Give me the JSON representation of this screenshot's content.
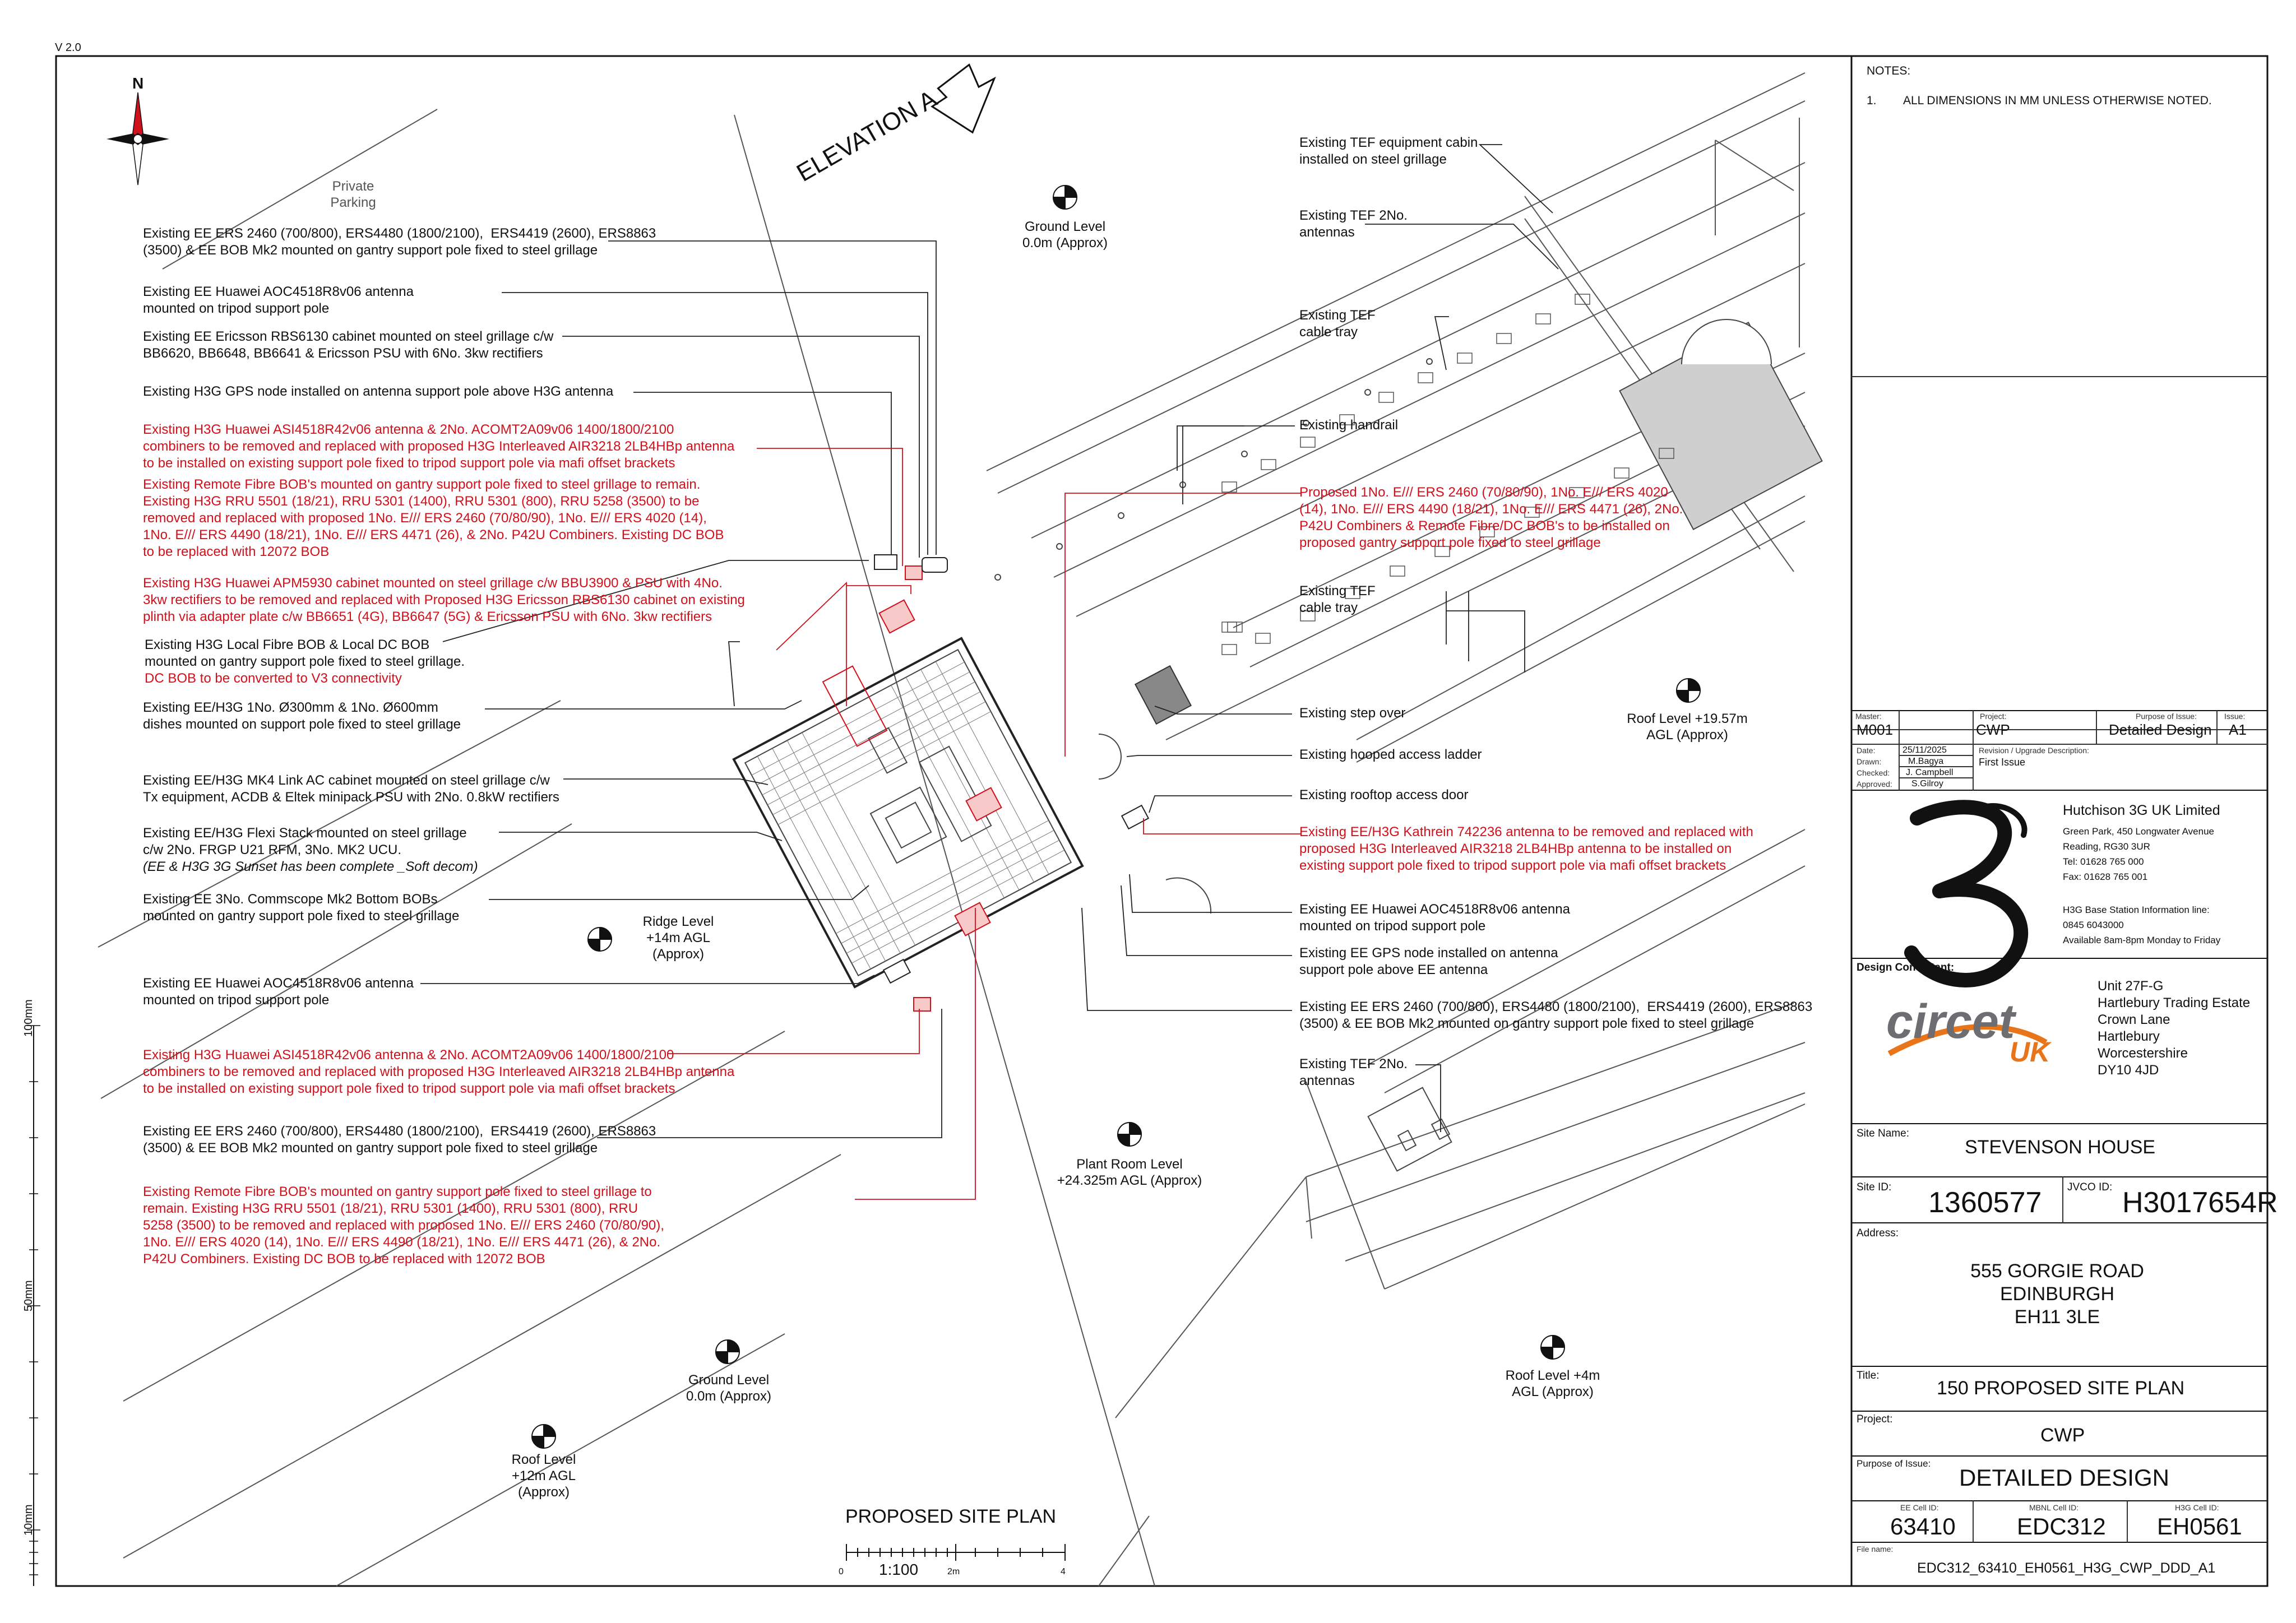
{
  "version": "V 2.0",
  "notes": {
    "heading": "NOTES:",
    "item_num": "1.",
    "item": "ALL DIMENSIONS IN MM UNLESS OTHERWISE NOTED."
  },
  "north": "N",
  "elevation": "ELEVATION A",
  "private_parking": "Private\nParking",
  "levels": {
    "ground_top": "Ground Level\n0.0m (Approx)",
    "roof_1957": "Roof Level +19.57m\nAGL (Approx)",
    "ridge": "Ridge Level\n+14m AGL\n(Approx)",
    "plant": "Plant Room Level\n+24.325m AGL (Approx)",
    "ground_bottom": "Ground Level\n0.0m (Approx)",
    "roof_4": "Roof Level +4m\nAGL (Approx)",
    "roof_12": "Roof Level\n+12m AGL\n(Approx)"
  },
  "left_labels": [
    "Existing EE ERS 2460 (700/800), ERS4480 (1800/2100),  ERS4419 (2600), ERS8863\n(3500) & EE BOB Mk2 mounted on gantry support pole fixed to steel grillage",
    "Existing EE Huawei AOC4518R8v06 antenna\nmounted on tripod support pole",
    "Existing EE Ericsson RBS6130 cabinet mounted on steel grillage c/w\nBB6620, BB6648, BB6641 & Ericsson PSU with 6No. 3kw rectifiers",
    "Existing H3G GPS node installed on antenna support pole above H3G antenna",
    "Existing H3G Huawei ASI4518R42v06 antenna & 2No. ACOMT2A09v06 1400/1800/2100\ncombiners to be removed and replaced with proposed H3G Interleaved AIR3218 2LB4HBp antenna\nto be installed on existing support pole fixed to tripod support pole via mafi offset brackets",
    "Existing Remote Fibre BOB's mounted on gantry support pole fixed to steel grillage to remain.\nExisting H3G RRU 5501 (18/21), RRU 5301 (1400), RRU 5301 (800), RRU 5258 (3500) to be\nremoved and replaced with proposed 1No. E/// ERS 2460 (70/80/90), 1No. E/// ERS 4020 (14),\n1No. E/// ERS 4490 (18/21), 1No. E/// ERS 4471 (26), & 2No. P42U Combiners. Existing DC BOB\nto be replaced with 12072 BOB",
    "Existing H3G Huawei APM5930 cabinet mounted on steel grillage c/w BBU3900 & PSU with 4No.\n3kw rectifiers to be removed and replaced with Proposed H3G Ericsson RBS6130 cabinet on existing\nplinth via adapter plate c/w BB6651 (4G), BB6647 (5G) & Ericsson PSU with 6No. 3kw rectifiers",
    "Existing H3G Local Fibre BOB & Local DC BOB\nmounted on gantry support pole fixed to steel grillage.",
    "DC BOB to be converted to V3 connectivity",
    "Existing EE/H3G 1No. Ø300mm & 1No. Ø600mm\ndishes mounted on support pole fixed to steel grillage",
    "Existing EE/H3G MK4 Link AC cabinet mounted on steel grillage c/w\nTx equipment, ACDB & Eltek minipack PSU with 2No. 0.8kW rectifiers",
    "Existing EE/H3G Flexi Stack mounted on steel grillage\nc/w 2No. FRGP U21 RFM, 3No. MK2 UCU.",
    "(EE & H3G 3G Sunset has been complete _Soft decom)",
    "Existing EE 3No. Commscope Mk2 Bottom BOBs\nmounted on gantry support pole fixed to steel grillage",
    "Existing EE Huawei AOC4518R8v06 antenna\nmounted on tripod support pole",
    "Existing H3G Huawei ASI4518R42v06 antenna & 2No. ACOMT2A09v06 1400/1800/2100\ncombiners to be removed and replaced with proposed H3G Interleaved AIR3218 2LB4HBp antenna\nto be installed on existing support pole fixed to tripod support pole via mafi offset brackets",
    "Existing EE ERS 2460 (700/800), ERS4480 (1800/2100),  ERS4419 (2600), ERS8863\n(3500) & EE BOB Mk2 mounted on gantry support pole fixed to steel grillage",
    "Existing Remote Fibre BOB's mounted on gantry support pole fixed to steel grillage to\nremain. Existing H3G RRU 5501 (18/21), RRU 5301 (1400), RRU 5301 (800), RRU\n5258 (3500) to be removed and replaced with proposed 1No. E/// ERS 2460 (70/80/90),\n1No. E/// ERS 4020 (14), 1No. E/// ERS 4490 (18/21), 1No. E/// ERS 4471 (26), & 2No.\nP42U Combiners. Existing DC BOB to be replaced with 12072 BOB"
  ],
  "right_labels": [
    "Existing TEF equipment cabin\ninstalled on steel grillage",
    "Existing TEF 2No.\nantennas",
    "Existing TEF\ncable tray",
    "Existing handrail",
    "Proposed 1No. E/// ERS 2460 (70/80/90), 1No. E/// ERS 4020\n(14), 1No. E/// ERS 4490 (18/21), 1No. E/// ERS 4471 (26), 2No.\nP42U Combiners & Remote Fibre/DC BOB's to be installed on\nproposed gantry support pole fixed to steel grillage",
    "Existing TEF\ncable tray",
    "Existing step over",
    "Existing hooped access ladder",
    "Existing rooftop access door",
    "Existing EE/H3G Kathrein 742236 antenna to be removed and replaced with\nproposed H3G Interleaved AIR3218 2LB4HBp antenna to be installed on\nexisting support pole fixed to tripod support pole via mafi offset brackets",
    "Existing EE Huawei AOC4518R8v06 antenna\nmounted on tripod support pole",
    "Existing EE GPS node installed on antenna\nsupport pole above EE antenna",
    "Existing EE ERS 2460 (700/800), ERS4480 (1800/2100),  ERS4419 (2600), ERS8863\n(3500) & EE BOB Mk2 mounted on gantry support pole fixed to steel grillage",
    "Existing TEF 2No.\nantennas"
  ],
  "plan_title": "PROPOSED SITE PLAN",
  "scale": {
    "ratio": "1:100",
    "t0": "0",
    "t2": "2m",
    "t4": "4"
  },
  "side_scale": [
    "100mm",
    "50mm",
    "10mm"
  ],
  "title_block": {
    "master_label": "Master:",
    "master": "M001",
    "project_label": "Project:",
    "project": "CWP",
    "purpose_label": "Purpose of Issue:",
    "purpose": "Detailed Design",
    "issue_label": "Issue:",
    "issue": "A1",
    "date_label": "Date:",
    "date": "25/11/2025",
    "drawn_label": "Drawn:",
    "drawn": "M.Bagya",
    "checked_label": "Checked:",
    "checked": "J. Campbell",
    "approved_label": "Approved:",
    "approved": "S.Gilroy",
    "revision_label": "Revision / Upgrade Description:",
    "revision": "First Issue",
    "company": "Hutchison 3G UK Limited",
    "company_addr": "Green Park, 450 Longwater Avenue\nReading, RG30 3UR\nTel: 01628 765 000\nFax: 01628 765 001",
    "base_line": "H3G Base Station Information line:\n0845 6043000\nAvailable 8am-8pm Monday to Friday",
    "consultant_label": "Design Consultant:",
    "circet": "circet",
    "uk": "UK",
    "consultant_addr": "Unit 27F-G\nHartlebury Trading Estate\nCrown Lane\nHartlebury\nWorcestershire\nDY10 4JD",
    "site_name_label": "Site Name:",
    "site_name": "STEVENSON HOUSE",
    "site_id_label": "Site ID:",
    "site_id": "1360577",
    "jvco_label": "JVCO ID:",
    "jvco": "H3017654R",
    "address_label": "Address:",
    "address": "555 GORGIE ROAD\nEDINBURGH\nEH11 3LE",
    "title_label": "Title:",
    "title": "150 PROPOSED SITE PLAN",
    "project2_label": "Project:",
    "project2": "CWP",
    "purpose2_label": "Purpose of Issue:",
    "purpose2": "DETAILED DESIGN",
    "ee_label": "EE Cell ID:",
    "ee": "63410",
    "mbnl_label": "MBNL Cell ID:",
    "mbnl": "EDC312",
    "h3g_label": "H3G Cell ID:",
    "h3g": "EH0561",
    "file_label": "File name:",
    "file": "EDC312_63410_EH0561_H3G_CWP_DDD_A1"
  }
}
